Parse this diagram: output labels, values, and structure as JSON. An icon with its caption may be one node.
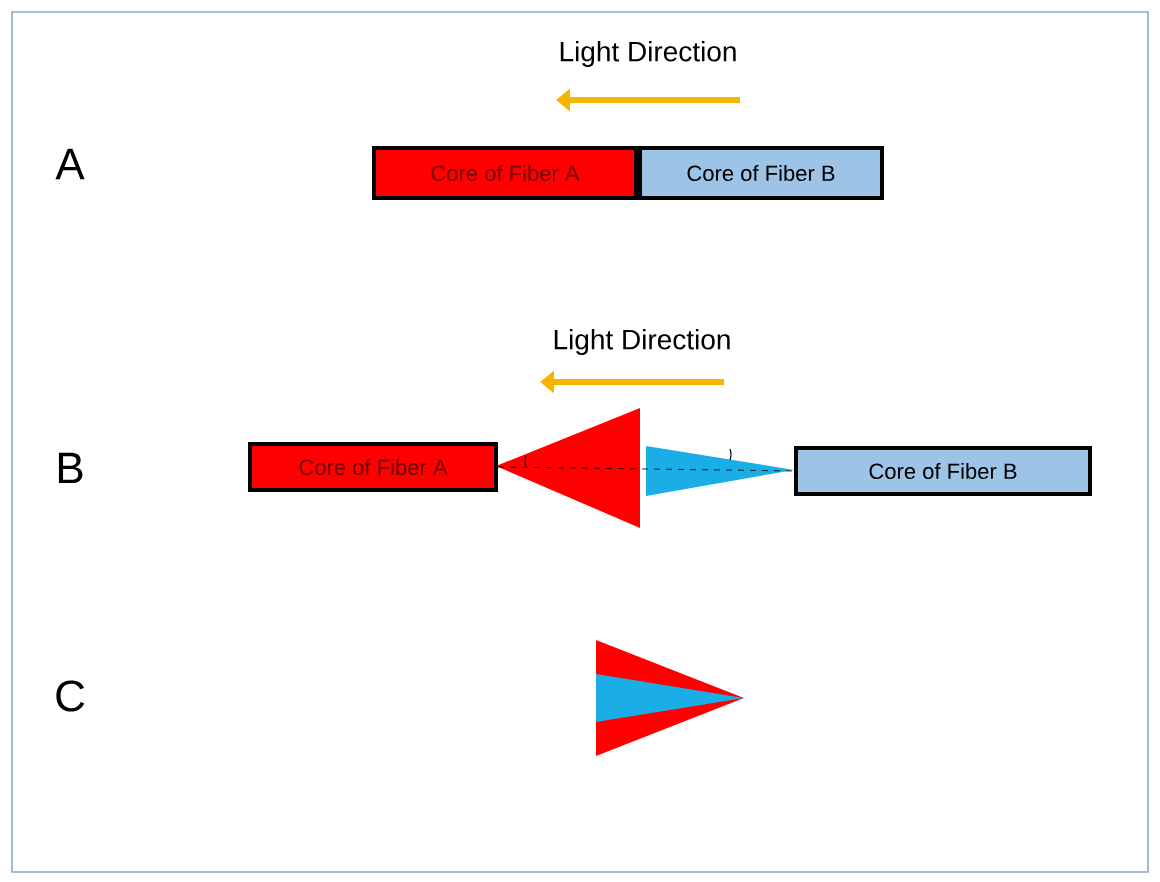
{
  "diagram": {
    "nodes": [
      {
        "text": [
          "Core of Fiber A"
        ]
      },
      {
        "text": [
          "Core of Fiber B"
        ]
      },
      {
        "text": [
          "Core of Fiber A"
        ]
      },
      {
        "text": [
          "Core of Fiber B"
        ]
      }
    ],
    "edges": [
      {
        "from": 2,
        "to": 3,
        "arrow": "none",
        "style": "dashed"
      }
    ],
    "labels": [
      "Light Direction",
      "A",
      "Light Direction",
      "B",
      "C"
    ]
  }
}
